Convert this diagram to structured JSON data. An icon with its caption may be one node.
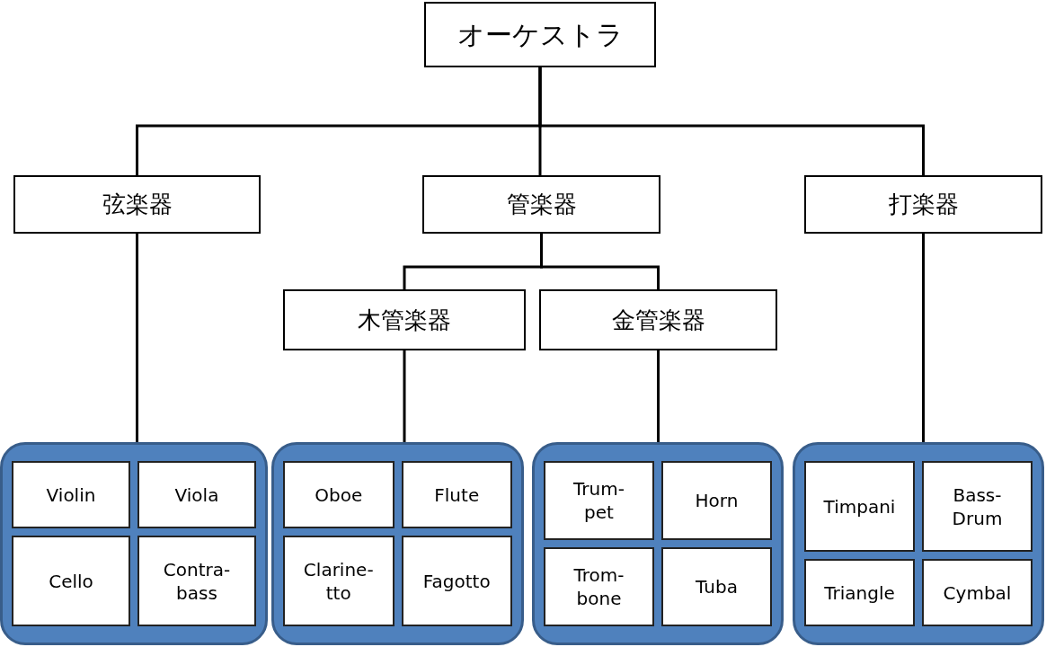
{
  "diagram": {
    "nodes": [
      {
        "text": [
          "オーケストラ"
        ]
      },
      {
        "text": [
          "弦楽器"
        ]
      },
      {
        "text": [
          "管楽器"
        ]
      },
      {
        "text": [
          "打楽器"
        ]
      },
      {
        "text": [
          "木管楽器"
        ]
      },
      {
        "text": [
          "金管楽器"
        ]
      },
      {
        "text": [],
        "shape": "box"
      },
      {
        "text": [
          "Violin"
        ],
        "in": 6
      },
      {
        "text": [
          "Viola"
        ],
        "in": 6
      },
      {
        "text": [
          "Cello"
        ],
        "in": 6
      },
      {
        "text": [
          "Contra-bass"
        ],
        "in": 6
      },
      {
        "text": [],
        "shape": "box"
      },
      {
        "text": [
          "Oboe"
        ],
        "in": 11
      },
      {
        "text": [
          "Flute"
        ],
        "in": 11
      },
      {
        "text": [
          "Clarine-tto"
        ],
        "in": 11
      },
      {
        "text": [
          "Fagotto"
        ],
        "in": 11
      },
      {
        "text": [],
        "shape": "box"
      },
      {
        "text": [
          "Trum-pet"
        ],
        "in": 16
      },
      {
        "text": [
          "Horn"
        ],
        "in": 16
      },
      {
        "text": [
          "Trom-bone"
        ],
        "in": 16
      },
      {
        "text": [
          "Tuba"
        ],
        "in": 16
      },
      {
        "text": [],
        "shape": "box"
      },
      {
        "text": [
          "Timpani"
        ],
        "in": 21
      },
      {
        "text": [
          "Bass-Drum"
        ],
        "in": 21
      },
      {
        "text": [
          "Triangle"
        ],
        "in": 21
      },
      {
        "text": [
          "Cymbal"
        ],
        "in": 21
      }
    ],
    "edges": [
      {
        "from": 0,
        "to": 1,
        "arrow": "none"
      },
      {
        "from": 0,
        "to": 2,
        "arrow": "none"
      },
      {
        "from": 0,
        "to": 3,
        "arrow": "none"
      },
      {
        "from": 2,
        "to": 4,
        "arrow": "none"
      },
      {
        "from": 2,
        "to": 5,
        "arrow": "none"
      },
      {
        "from": 1,
        "to": 6,
        "arrow": "none"
      },
      {
        "from": 4,
        "to": 11,
        "arrow": "none"
      },
      {
        "from": 5,
        "to": 16,
        "arrow": "none"
      },
      {
        "from": 3,
        "to": 21,
        "arrow": "none"
      }
    ]
  }
}
